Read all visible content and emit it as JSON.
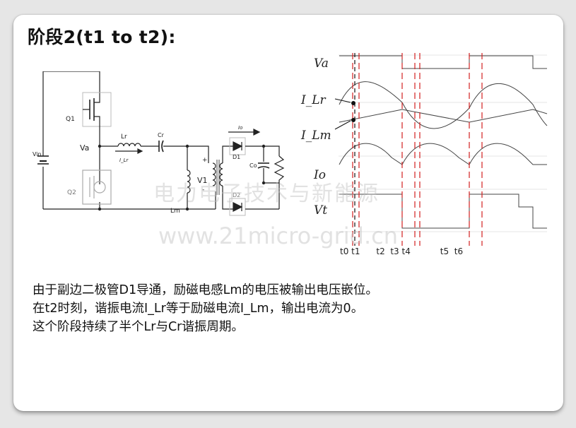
{
  "slide": {
    "title": "阶段2(t1 to t2):"
  },
  "circuit": {
    "labels": {
      "q1": "Q1",
      "q2": "Q2",
      "vin": "Vin",
      "va": "Va",
      "lr": "Lr",
      "i_lr": "I_Lr",
      "cr": "Cr",
      "lm": "Lm",
      "v1": "V1",
      "io": "Io",
      "d1": "D1",
      "d2": "D2",
      "co": "Co"
    }
  },
  "waveforms": {
    "signals": [
      "Va",
      "I_Lr",
      "I_Lm",
      "Io",
      "Vt"
    ],
    "time_labels": [
      "t0",
      "t1",
      "t2",
      "t3",
      "t4",
      "t5",
      "t6"
    ],
    "time_axis_text": "t0 t1      t2  t3 t4           t5  t6"
  },
  "watermark": {
    "line1": "电力电子技术与新能源",
    "line2": "www.21micro-grid.cn"
  },
  "description": {
    "line1": "由于副边二极管D1导通，励磁电感Lm的电压被输出电压嵌位。",
    "line2": "在t2时刻，谐振电流I_Lr等于励磁电流I_Lm，输出电流为0。",
    "line3": "这个阶段持续了半个Lr与Cr谐振周期。"
  }
}
